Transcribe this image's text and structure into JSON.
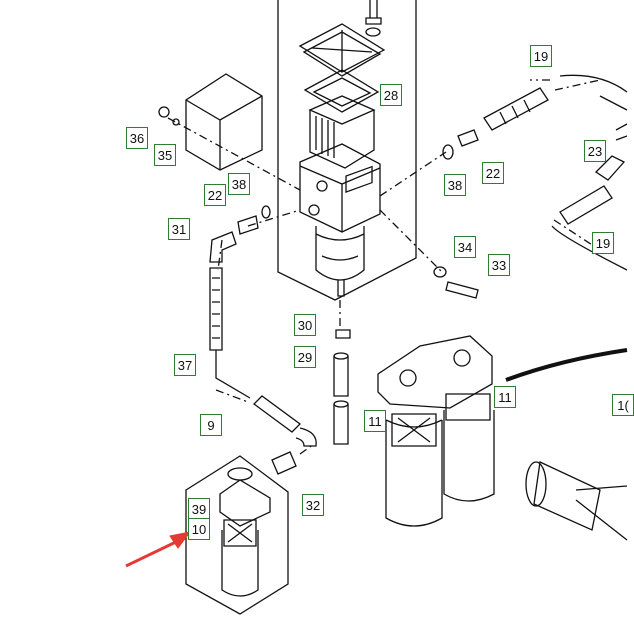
{
  "colors": {
    "line": "#111111",
    "callout_border": "#2e7d32",
    "arrow": "#e53935",
    "background": "#ffffff"
  },
  "callouts": {
    "c19a": "19",
    "c19b": "19",
    "c23": "23",
    "c28": "28",
    "c36": "36",
    "c35": "35",
    "c38a": "38",
    "c22a": "22",
    "c38b": "38",
    "c22b": "22",
    "c31": "31",
    "c34": "34",
    "c33": "33",
    "c30": "30",
    "c29": "29",
    "c37": "37",
    "c11a": "11",
    "c11b": "11",
    "c1x": "1(",
    "c9": "9",
    "c32": "32",
    "c39": "39",
    "c10": "10"
  }
}
